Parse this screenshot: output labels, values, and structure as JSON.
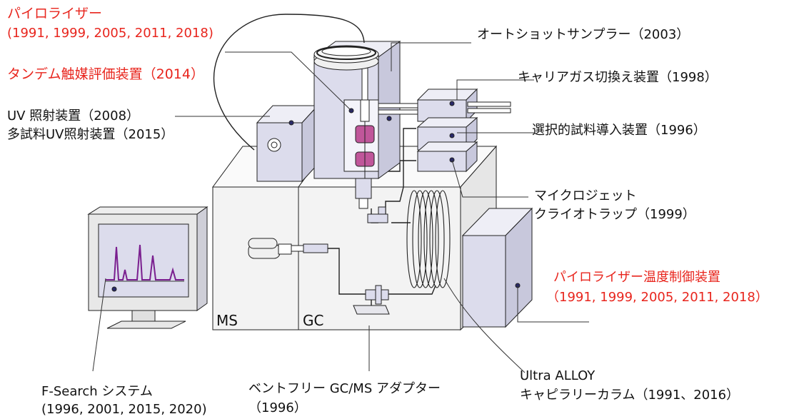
{
  "labels": {
    "pyrolyzer_title": "パイロライザー",
    "pyrolyzer_years": "(1991, 1999, 2005, 2011, 2018)",
    "tandem": "タンデム触媒評価装置（2014）",
    "uv1": "UV 照射装置（2008）",
    "uv2": "多試料UV照射装置（2015）",
    "autoshot": "オートショットサンプラー（2003）",
    "carrier": "キャリアガス切換え装置（1998）",
    "selective": "選択的試料導入装置（1996）",
    "microjet1": "マイクロジェット",
    "microjet2": "クライオトラップ（1999）",
    "temp_ctrl": "パイロライザー温度制御装置",
    "temp_years": "（1991, 1999, 2005, 2011, 2018）",
    "fsearch1": "F-Search システム",
    "fsearch2": "(1996, 2001, 2015, 2020)",
    "ventfree1": "ベントフリー GC/MS アダプター",
    "ventfree2": "（1996）",
    "ultra1": "Ultra ALLOY",
    "ultra2": "キャピラリーカラム（1991、2016）",
    "ms": "MS",
    "gc": "GC"
  },
  "colors": {
    "highlight_text": "#e8251d",
    "normal_text": "#111111",
    "device_fill": "#dcdcec",
    "body_fill": "#f2f2f2",
    "line": "#222222",
    "chromatogram": "#7a1f8f",
    "heater": "#c0569a"
  }
}
